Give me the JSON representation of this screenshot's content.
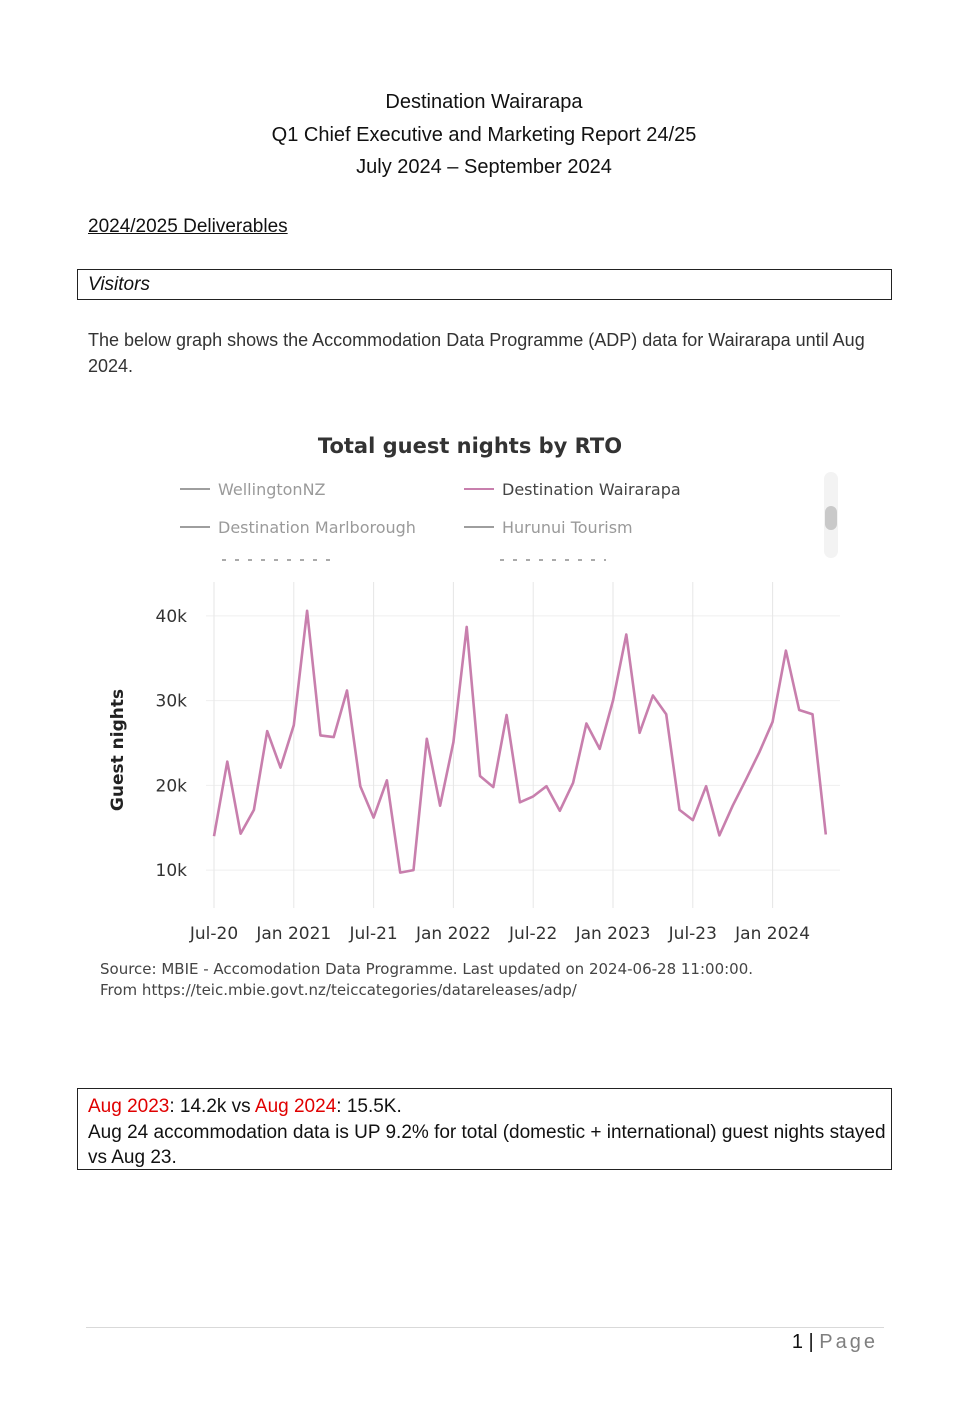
{
  "header": {
    "line1": "Destination Wairarapa",
    "line2": "Q1 Chief Executive and Marketing Report 24/25",
    "line3": "July 2024 – September 2024"
  },
  "deliverables_heading": "2024/2025 Deliverables",
  "section_title": "Visitors",
  "intro_text": "The below graph shows the Accommodation Data Programme (ADP) data for Wairarapa until Aug 2024.",
  "chart_data": {
    "type": "line",
    "title": "Total guest nights by RTO",
    "ylabel": "Guest nights",
    "xlabel": "",
    "legend": [
      {
        "name": "WellingtonNZ",
        "color": "#9e9e9e"
      },
      {
        "name": "Destination Wairarapa",
        "color": "#c87fad"
      },
      {
        "name": "Destination Marlborough",
        "color": "#9e9e9e"
      },
      {
        "name": "Hurunui Tourism",
        "color": "#9e9e9e"
      }
    ],
    "x_ticks": [
      "Jul-20",
      "Jan 2021",
      "Jul-21",
      "Jan 2022",
      "Jul-22",
      "Jan 2023",
      "Jul-23",
      "Jan 2024"
    ],
    "y_ticks": [
      "10k",
      "20k",
      "30k",
      "40k"
    ],
    "ylim": [
      6000,
      44000
    ],
    "grid": true,
    "legend_position": "top",
    "source_line1": "Source: MBIE - Accomodation Data Programme. Last updated on 2024-06-28 11:00:00.",
    "source_line2": "From https://teic.mbie.govt.nz/teiccategories/datareleases/adp/",
    "series": [
      {
        "name": "Destination Wairarapa",
        "color": "#c87fad",
        "x": [
          "2020-07",
          "2020-08",
          "2020-09",
          "2020-10",
          "2020-11",
          "2020-12",
          "2021-01",
          "2021-02",
          "2021-03",
          "2021-04",
          "2021-05",
          "2021-06",
          "2021-07",
          "2021-08",
          "2021-09",
          "2021-10",
          "2021-11",
          "2021-12",
          "2022-01",
          "2022-02",
          "2022-03",
          "2022-04",
          "2022-05",
          "2022-06",
          "2022-07",
          "2022-08",
          "2022-09",
          "2022-10",
          "2022-11",
          "2022-12",
          "2023-01",
          "2023-02",
          "2023-03",
          "2023-04",
          "2023-05",
          "2023-06",
          "2023-07",
          "2023-08",
          "2023-09",
          "2023-10",
          "2023-11",
          "2023-12",
          "2024-01",
          "2024-02",
          "2024-03",
          "2024-04",
          "2024-05"
        ],
        "values": [
          14000,
          22800,
          14300,
          17100,
          26400,
          22100,
          27100,
          40600,
          25900,
          25700,
          31200,
          19900,
          16200,
          20600,
          9700,
          10000,
          25500,
          17600,
          25100,
          38700,
          21100,
          19800,
          28300,
          18000,
          18700,
          19900,
          17000,
          20300,
          27300,
          24300,
          30000,
          37800,
          26200,
          30600,
          28400,
          17100,
          15900,
          19900,
          14100,
          17600,
          20700,
          23900,
          27500,
          35900,
          28900,
          28400,
          14200
        ]
      }
    ]
  },
  "summary": {
    "label_a": "Aug 2023",
    "text_a": ": 14.2k vs ",
    "label_b": "Aug 2024",
    "text_b": ": 15.5K.",
    "line2": "Aug 24 accommodation data is UP 9.2% for total (domestic + international) guest nights stayed vs Aug 23."
  },
  "footer": {
    "page_number": "1",
    "separator": " | ",
    "page_word": "Page"
  }
}
